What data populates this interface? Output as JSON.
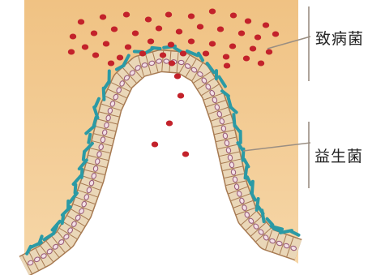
{
  "labels": {
    "pathogen": "致病菌",
    "probiotic": "益生菌"
  },
  "colors": {
    "background": "#f1c58a",
    "villus_interior": "#ffffff",
    "cell_fill": "#ead7b8",
    "cell_border": "#a77a52",
    "nucleus_fill": "#f3dfe6",
    "nucleus_border": "#9b5f7a",
    "probiotic_bacteria": "#2b9aa5",
    "pathogen_bacteria": "#c3222b",
    "leader_line": "#9a8e82"
  },
  "icons": {
    "pathogen": "red-dot-bacterium",
    "probiotic": "teal-rod-bacterium"
  }
}
